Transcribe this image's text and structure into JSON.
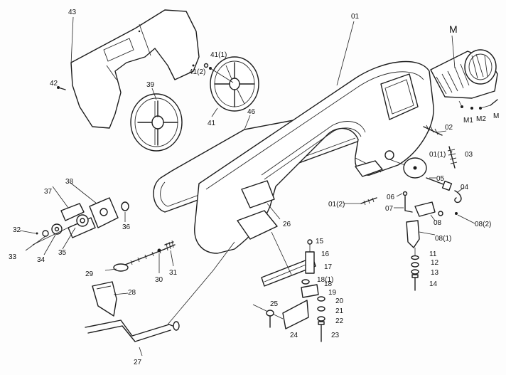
{
  "labels": {
    "l43": "43",
    "l01": "01",
    "l42": "42",
    "l39": "39",
    "l41a": "41(1)",
    "l41b": "41(2)",
    "l41": "41",
    "l46": "46",
    "lM": "M",
    "lM1": "M1",
    "lM2": "M2",
    "lM3": "M",
    "l02": "02",
    "l03": "03",
    "l011": "01(1)",
    "l05": "05",
    "l04": "04",
    "l012": "01(2)",
    "l06": "06",
    "l07": "07",
    "l08": "08",
    "l082": "08(2)",
    "l081": "08(1)",
    "l37": "37",
    "l38": "38",
    "l36": "36",
    "l32": "32",
    "l33": "33",
    "l34": "34",
    "l35": "35",
    "l26": "26",
    "l15": "15",
    "l16": "16",
    "l17": "17",
    "l181": "18(1)",
    "l18": "18",
    "l19": "19",
    "l20": "20",
    "l21": "21",
    "l22": "22",
    "l23": "23",
    "l24": "24",
    "l25": "25",
    "l11": "11",
    "l12": "12",
    "l13": "13",
    "l14": "14",
    "l29": "29",
    "l30": "30",
    "l31": "31",
    "l28": "28",
    "l27": "27"
  }
}
